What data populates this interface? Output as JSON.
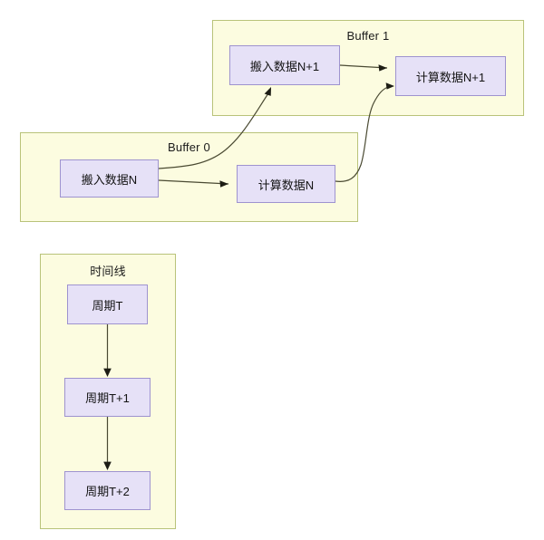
{
  "diagram": {
    "type": "double-buffer-pipeline-flowchart",
    "groups": [
      {
        "id": "buffer1",
        "title": "Buffer 1",
        "nodes": [
          {
            "id": "load-n1",
            "label": "搬入数据N+1"
          },
          {
            "id": "compute-n1",
            "label": "计算数据N+1"
          }
        ]
      },
      {
        "id": "buffer0",
        "title": "Buffer 0",
        "nodes": [
          {
            "id": "load-n",
            "label": "搬入数据N"
          },
          {
            "id": "compute-n",
            "label": "计算数据N"
          }
        ]
      },
      {
        "id": "timeline",
        "title": "时间线",
        "nodes": [
          {
            "id": "cycle-t",
            "label": "周期T"
          },
          {
            "id": "cycle-t1",
            "label": "周期T+1"
          },
          {
            "id": "cycle-t2",
            "label": "周期T+2"
          }
        ]
      }
    ],
    "edges": [
      {
        "id": "edge-load-n1-to-compute-n1",
        "from": "搬入数据N+1",
        "to": "计算数据N+1"
      },
      {
        "id": "edge-load-n-to-compute-n",
        "from": "搬入数据N",
        "to": "计算数据N"
      },
      {
        "id": "edge-load-n-to-load-n1",
        "from": "搬入数据N",
        "to": "搬入数据N+1"
      },
      {
        "id": "edge-compute-n-to-compute-n1",
        "from": "计算数据N",
        "to": "计算数据N+1"
      },
      {
        "id": "edge-cycle-t-to-t1",
        "from": "周期T",
        "to": "周期T+1"
      },
      {
        "id": "edge-cycle-t1-to-t2",
        "from": "周期T+1",
        "to": "周期T+2"
      }
    ],
    "colors": {
      "group_fill": "#fcfce0",
      "group_stroke": "#b9c37a",
      "node_fill": "#e6e1f7",
      "node_stroke": "#9e93cf",
      "edge_stroke": "#4a4a32",
      "background": "#ffffff"
    }
  }
}
